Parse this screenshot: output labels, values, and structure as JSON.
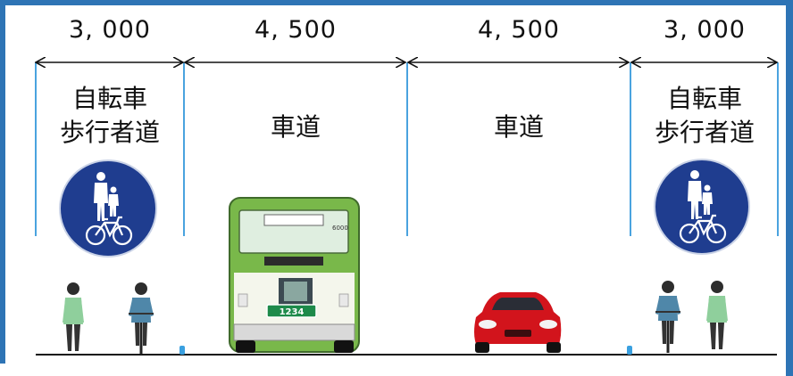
{
  "dimensions": [
    {
      "label": "3, 000"
    },
    {
      "label": "4, 500"
    },
    {
      "label": "4, 500"
    },
    {
      "label": "3, 000"
    }
  ],
  "lanes": [
    {
      "label_line1": "自転車",
      "label_line2": "歩行者道"
    },
    {
      "label_line1": "車道",
      "label_line2": ""
    },
    {
      "label_line1": "車道",
      "label_line2": ""
    },
    {
      "label_line1": "自転車",
      "label_line2": "歩行者道"
    }
  ],
  "bus": {
    "route_number": "6000",
    "plate": "1234"
  },
  "colors": {
    "border": "#2E74B5",
    "divider": "#4aa3df",
    "sign_blue": "#1f3d8f",
    "bus_green": "#79b84a",
    "car_red": "#d2141c"
  }
}
